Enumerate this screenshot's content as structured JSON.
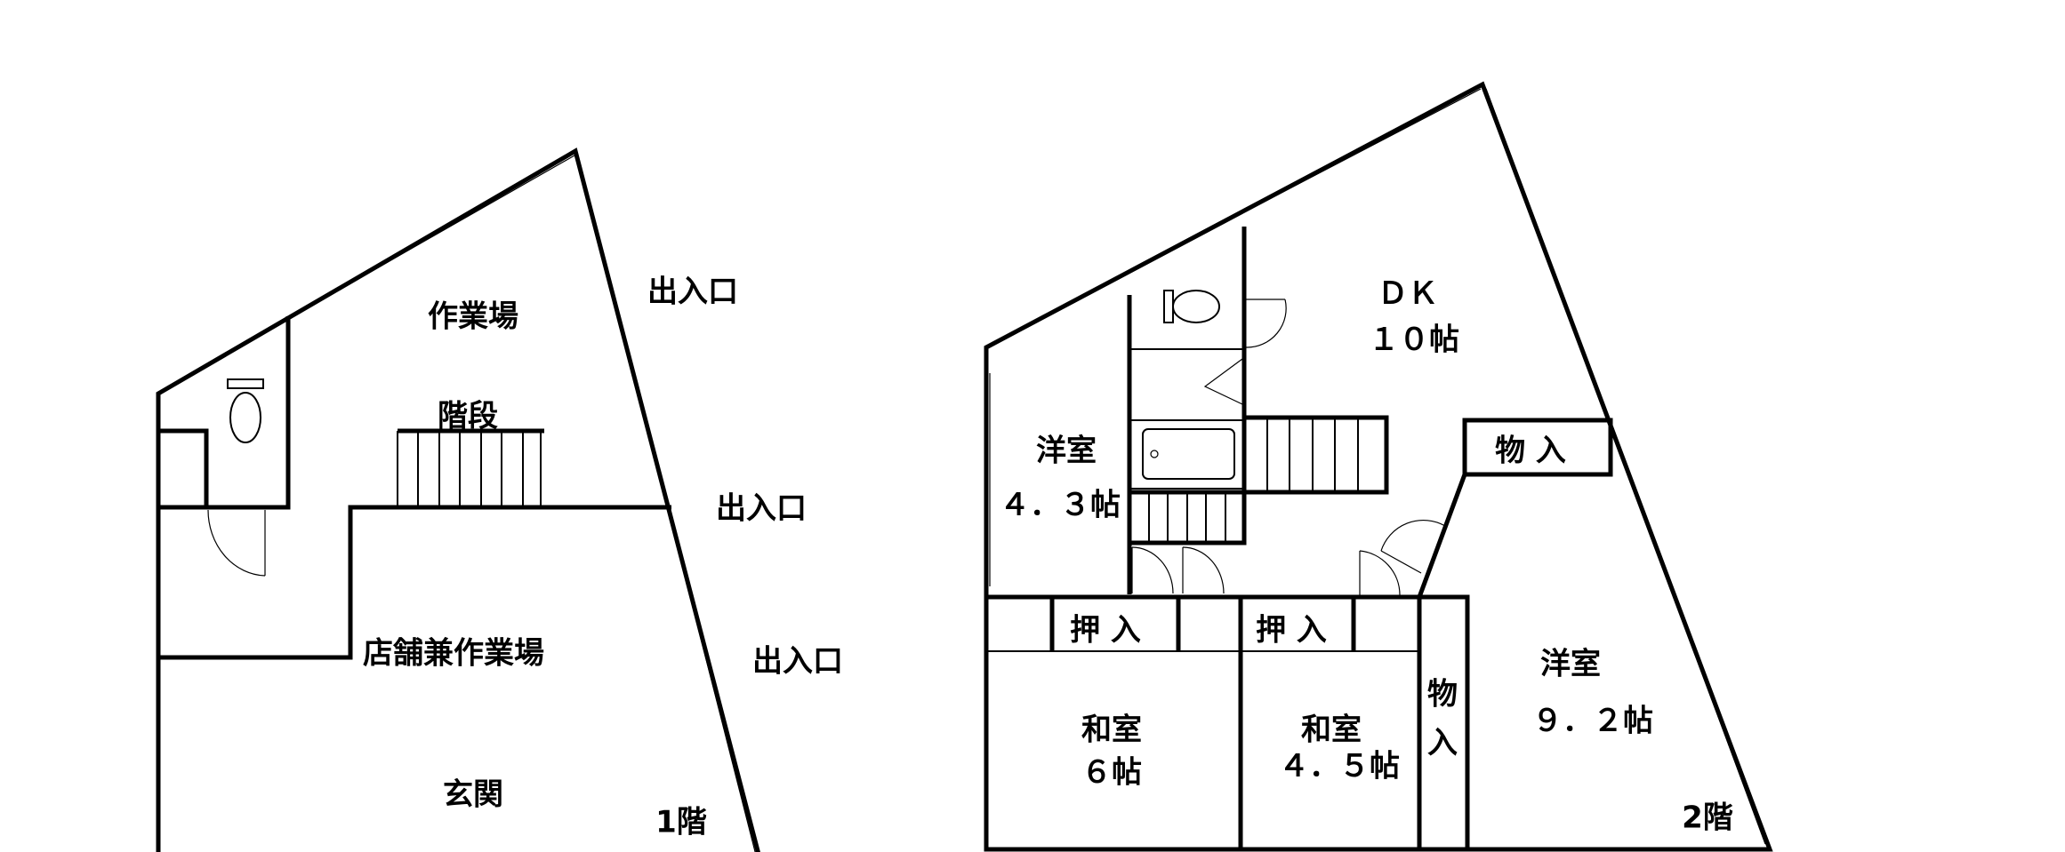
{
  "floor1": {
    "title": "1階",
    "rooms": {
      "workshop": "作業場",
      "stairs": "階段",
      "shop_workshop": "店舗兼作業場",
      "entrance": "玄関"
    },
    "doors": [
      "出入口",
      "出入口",
      "出入口"
    ]
  },
  "floor2": {
    "title": "2階",
    "rooms": {
      "dk_name": "ＤＫ",
      "dk_size": "１０帖",
      "western1_name": "洋室",
      "western1_size": "４．３帖",
      "storage_top": "物 入",
      "closet1": "押 入",
      "closet2": "押 入",
      "storage_vertical_1": "物",
      "storage_vertical_2": "入",
      "western2_name": "洋室",
      "western2_size": "９．２帖",
      "japanese1_name": "和室",
      "japanese1_size": "６帖",
      "japanese2_name": "和室",
      "japanese2_size": "４．５帖"
    }
  }
}
